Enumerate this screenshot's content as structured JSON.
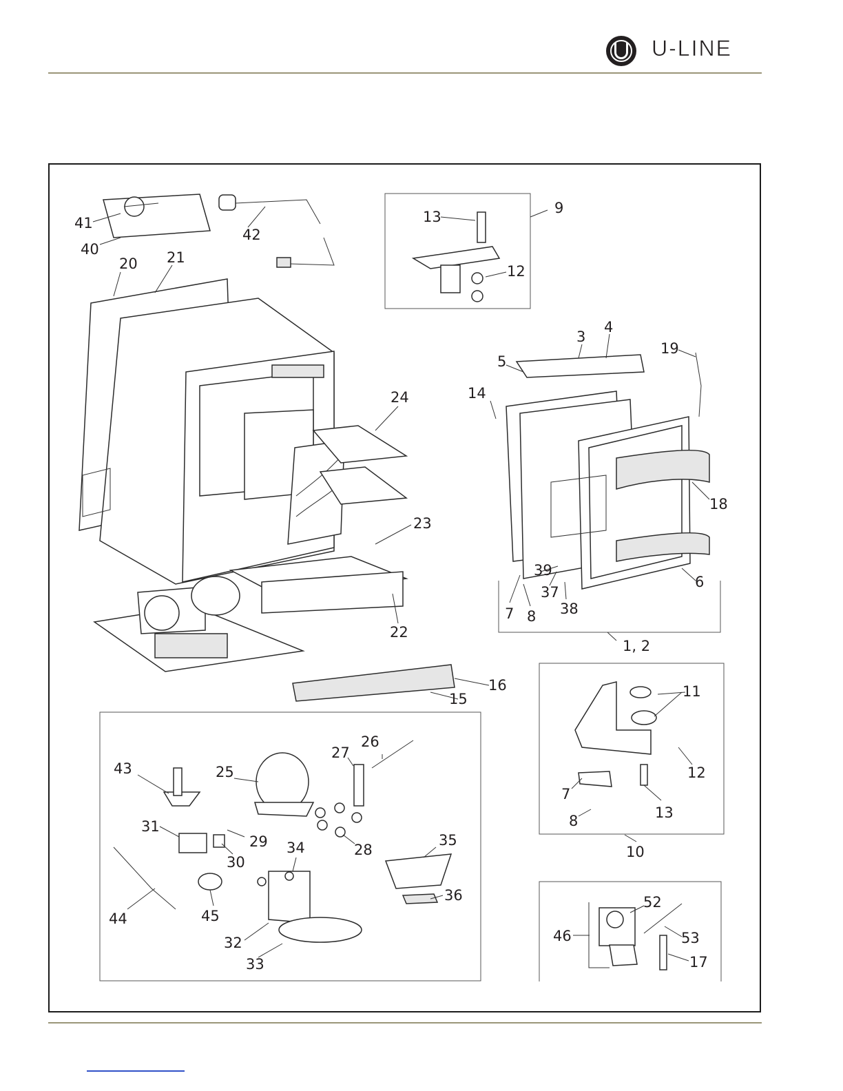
{
  "brand": {
    "name": "U-LINE"
  },
  "colors": {
    "rule": "#9a9578",
    "frame": "#1a1a1a",
    "ink": "#231f20",
    "link": "#3050c8"
  },
  "callouts": {
    "c41": "41",
    "c40": "40",
    "c42": "42",
    "c20": "20",
    "c21": "21",
    "c13a": "13",
    "c9": "9",
    "c12a": "12",
    "c3": "3",
    "c4": "4",
    "c5": "5",
    "c19": "19",
    "c14": "14",
    "c24": "24",
    "c18": "18",
    "c23": "23",
    "c39": "39",
    "c37": "37",
    "c38": "38",
    "c7a": "7",
    "c8a": "8",
    "c6": "6",
    "c22": "22",
    "c12": "1, 2",
    "c16": "16",
    "c15": "15",
    "c11": "11",
    "c12b": "12",
    "c7b": "7",
    "c13b": "13",
    "c8b": "8",
    "c10": "10",
    "c26": "26",
    "c27": "27",
    "c43": "43",
    "c25": "25",
    "c31": "31",
    "c29": "29",
    "c34": "34",
    "c28": "28",
    "c30": "30",
    "c35": "35",
    "c36": "36",
    "c44": "44",
    "c45": "45",
    "c32": "32",
    "c33": "33",
    "c52": "52",
    "c46": "46",
    "c53": "53",
    "c17": "17"
  }
}
